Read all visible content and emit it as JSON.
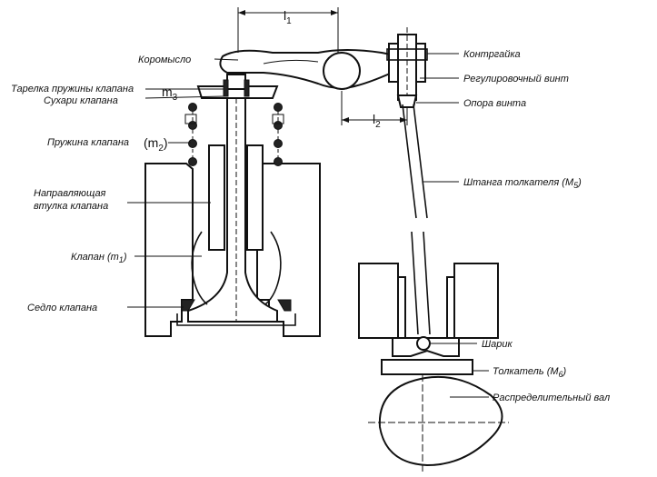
{
  "labels": {
    "rocker": "Коромысло",
    "spring_plate": "Тарелка пружины клапана",
    "keepers": "Сухари клапана",
    "spring": "Пружина клапана",
    "guide_line1": "Направляющая",
    "guide_line2": "втулка клапана",
    "valve": "Клапан (m",
    "valve_sub": "1",
    "valve_end": ")",
    "seat": "Седло клапана",
    "locknut": "Контргайка",
    "adj_screw": "Регулировочный винт",
    "screw_support": "Опора винта",
    "pushrod": "Штанга толкателя (M",
    "pushrod_sub": "5",
    "pushrod_end": ")",
    "ball": "Шарик",
    "tappet": "Толкатель (M",
    "tappet_sub": "6",
    "tappet_end": ")",
    "camshaft": "Распределительный вал"
  },
  "symbols": {
    "l1": "l",
    "l1_sub": "1",
    "l2": "l",
    "l2_sub": "2",
    "m2": "(m",
    "m2_sub": "2",
    "m2_end": ")",
    "m3": "m",
    "m3_sub": "3"
  }
}
